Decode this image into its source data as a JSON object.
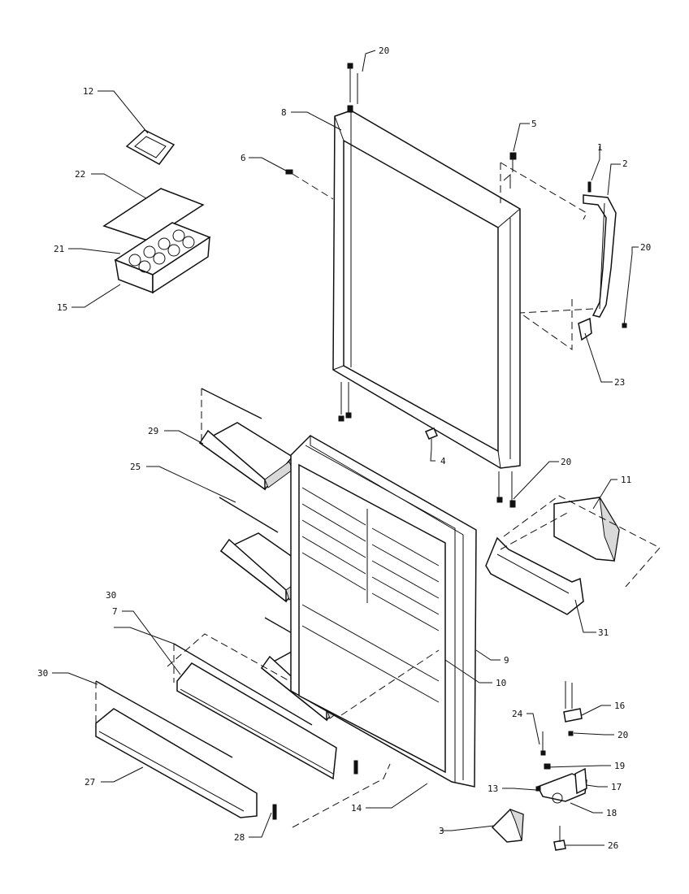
{
  "diagram": {
    "colors": {
      "ink": "#111111",
      "paper": "#ffffff",
      "shade": "#d9d9d9"
    },
    "callouts": [
      {
        "id": "c1",
        "text": "1"
      },
      {
        "id": "c2",
        "text": "2"
      },
      {
        "id": "c3",
        "text": "3"
      },
      {
        "id": "c4",
        "text": "4"
      },
      {
        "id": "c5",
        "text": "5"
      },
      {
        "id": "c6",
        "text": "6"
      },
      {
        "id": "c7",
        "text": "7"
      },
      {
        "id": "c8",
        "text": "8"
      },
      {
        "id": "c9",
        "text": "9"
      },
      {
        "id": "c10",
        "text": "10"
      },
      {
        "id": "c11",
        "text": "11"
      },
      {
        "id": "c12",
        "text": "12"
      },
      {
        "id": "c13",
        "text": "13"
      },
      {
        "id": "c14",
        "text": "14"
      },
      {
        "id": "c15",
        "text": "15"
      },
      {
        "id": "c16",
        "text": "16"
      },
      {
        "id": "c17",
        "text": "17"
      },
      {
        "id": "c18",
        "text": "18"
      },
      {
        "id": "c19",
        "text": "19"
      },
      {
        "id": "c20a",
        "text": "20"
      },
      {
        "id": "c20b",
        "text": "20"
      },
      {
        "id": "c20c",
        "text": "20"
      },
      {
        "id": "c20d",
        "text": "20"
      },
      {
        "id": "c21",
        "text": "21"
      },
      {
        "id": "c22",
        "text": "22"
      },
      {
        "id": "c23",
        "text": "23"
      },
      {
        "id": "c24",
        "text": "24"
      },
      {
        "id": "c25",
        "text": "25"
      },
      {
        "id": "c26",
        "text": "26"
      },
      {
        "id": "c27",
        "text": "27"
      },
      {
        "id": "c28",
        "text": "28"
      },
      {
        "id": "c29",
        "text": "29"
      },
      {
        "id": "c30a",
        "text": "30"
      },
      {
        "id": "c30b",
        "text": "30"
      },
      {
        "id": "c31",
        "text": "31"
      }
    ]
  }
}
